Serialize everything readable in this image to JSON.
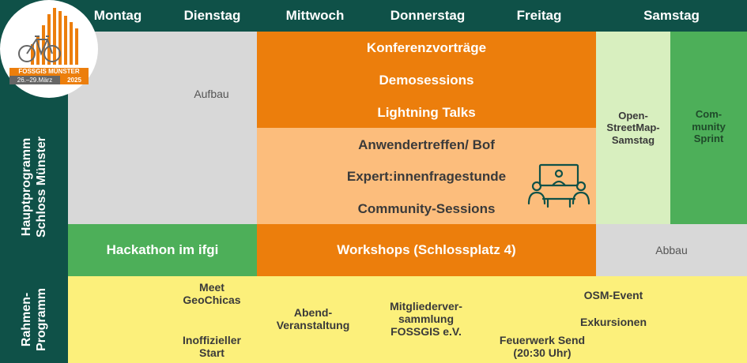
{
  "days": [
    "Montag",
    "Dienstag",
    "Mittwoch",
    "Donnerstag",
    "Freitag",
    "Samstag"
  ],
  "side_labels": {
    "hauptprogramm_line1": "Hauptprogramm",
    "hauptprogramm_line2": "Schloss Münster",
    "rahmen_line1": "Rahmen-",
    "rahmen_line2": "Programm"
  },
  "blocks": {
    "aufbau": "Aufbau",
    "konferenz": "Konferenzvorträge",
    "demo": "Demosessions",
    "lightning": "Lightning Talks",
    "anwender": "Anwendertreffen/ Bof",
    "expert": "Expert:innenfragestunde",
    "community_sessions": "Community-Sessions",
    "osm_samstag": "Open-\nStreetMap-\nSamstag",
    "community_sprint": "Com-\nmunity\nSprint",
    "hackathon": "Hackathon im ifgi",
    "workshops": "Workshops (Schlossplatz 4)",
    "abbau": "Abbau"
  },
  "rahmen": {
    "meet": "Meet\nGeoChicas",
    "inoffiziell": "Inoffizieller\nStart",
    "abend": "Abend-\nVeranstaltung",
    "mitglieder": "Mitgliederver-\nsammlung\nFOSSGIS e.V.",
    "feuerwerk": "Feuerwerk Send\n(20:30 Uhr)",
    "osm_event": "OSM-Event",
    "exkursionen": "Exkursionen"
  },
  "logo": {
    "name": "FOSSGIS MÜNSTER",
    "dates": "26.–29.März",
    "year": "2025"
  },
  "colors": {
    "background": "#0f5148",
    "orange": "#ec7e0c",
    "light_orange": "#fcbd7c",
    "gray": "#d8d8d8",
    "green": "#4daf59",
    "light_green": "#d8efbf",
    "yellow": "#fcf07b"
  },
  "icons": {
    "meeting": "meeting-icon"
  }
}
